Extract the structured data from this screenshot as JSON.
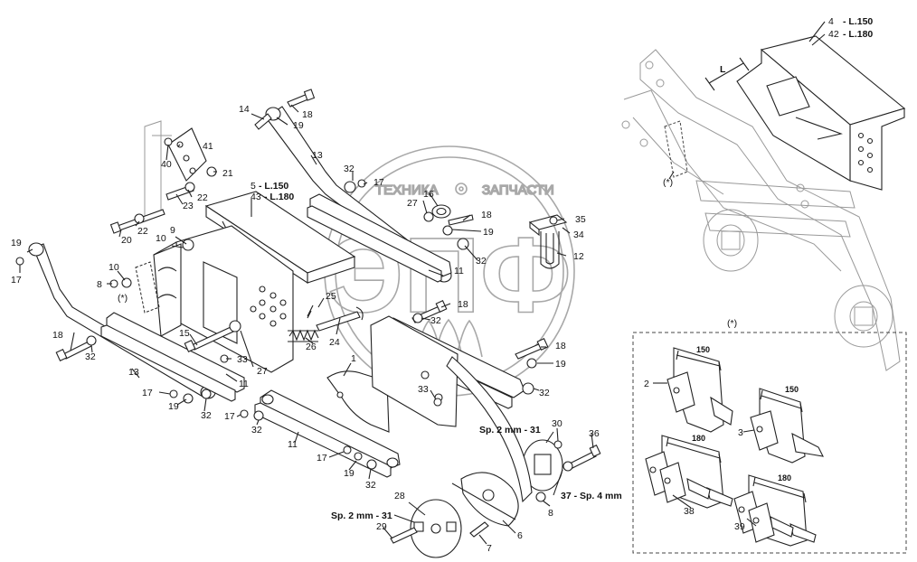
{
  "diagram": {
    "watermark": {
      "logo": "ЭПФ",
      "brand_left": "ТЕХНИКА",
      "brand_right": "ЗАПЧАСТИ"
    },
    "callouts": {
      "c14": "14",
      "c18a": "18",
      "c19a": "19",
      "c13a": "13",
      "c41": "41",
      "c40": "40",
      "c21": "21",
      "c22a": "22",
      "c23": "23",
      "c20": "20",
      "c22b": "22",
      "c5": "5",
      "c5L": "- L.150",
      "c43": "43",
      "c43L": "- L.180",
      "c32a": "32",
      "c17a": "17",
      "c27a": "27",
      "c16": "16",
      "c18b": "18",
      "c19b": "19",
      "c32b": "32",
      "c11a": "11",
      "c35": "35",
      "c34": "34",
      "c12": "12",
      "c9": "9",
      "c10a": "10",
      "c10b": "10",
      "c8a": "8",
      "c star1": "(*)",
      "c19c": "19",
      "c17b": "17",
      "c25": "25",
      "c26": "26",
      "c24": "24",
      "c18c": "18",
      "c32c": "32",
      "c15": "15",
      "c33a": "33",
      "c27b": "27",
      "c11b": "11",
      "c18d": "18",
      "c32d": "32",
      "c13b": "13",
      "c17c": "17",
      "c19d": "19",
      "c32e": "32",
      "c17d": "17",
      "c32f": "32",
      "c11c": "11",
      "c17e": "17",
      "c19e": "19",
      "c32g": "32",
      "c1": "1",
      "c33b": "33",
      "c18e": "18",
      "c19f": "19",
      "c32h": "32",
      "c30": "30",
      "c36": "36",
      "sp2a": "Sp. 2 mm - 31",
      "c8b": "8",
      "sp4": "37 - Sp. 4 mm",
      "c28": "28",
      "sp2b": "Sp. 2 mm - 31",
      "c29": "29",
      "c7": "7",
      "c6": "6",
      "c4": "4",
      "c4L": "- L.150",
      "c42": "42",
      "c42L": "- L.180",
      "cL": "L",
      "c star2": "(*)",
      "c star3": "(*)",
      "d150a": "150",
      "c2": "2",
      "d150b": "150",
      "c3": "3",
      "d180a": "180",
      "c38": "38",
      "d180b": "180",
      "c39": "39"
    }
  }
}
